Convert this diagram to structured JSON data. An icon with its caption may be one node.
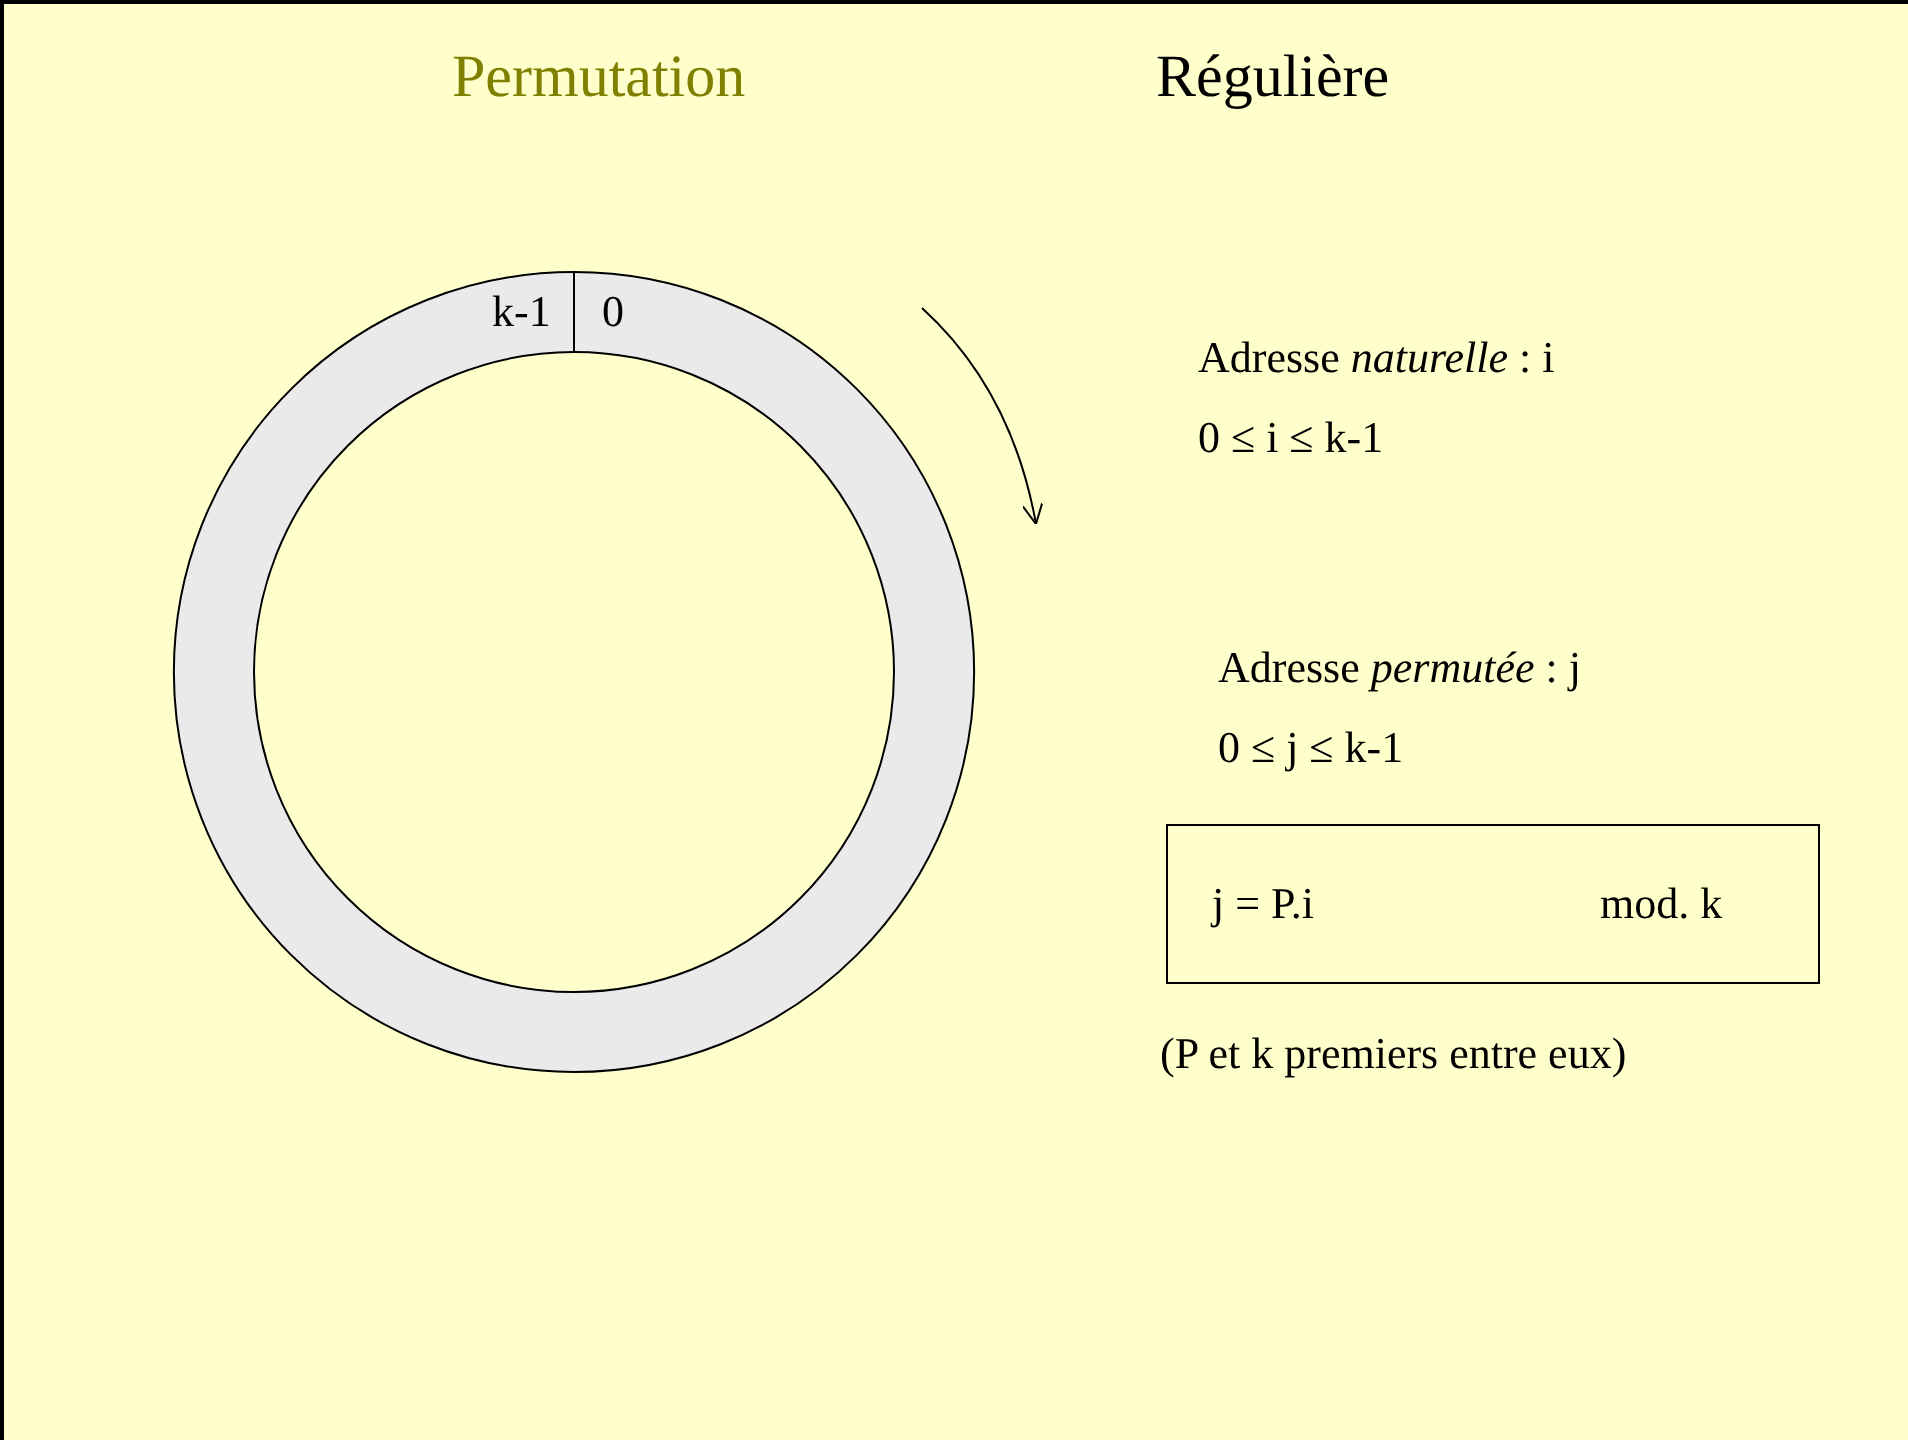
{
  "diagram": {
    "title": "Permutation",
    "nodes": [
      {
        "text": [
          "k-1",
          "0"
        ]
      },
      {
        "text": [
          "j = P.i",
          "mod. k"
        ]
      }
    ],
    "labels": [
      "Régulière",
      "Adresse *naturelle* : i",
      "0 ≤ i ≤ k-1",
      "Adresse *permutée* : j",
      "0 ≤ j ≤ k-1",
      "(P et k premiers entre eux)"
    ]
  }
}
